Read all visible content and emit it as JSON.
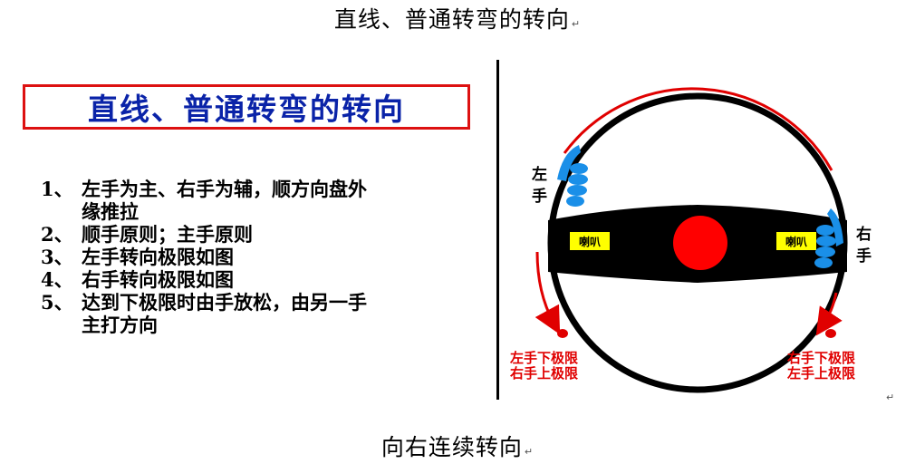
{
  "top_title": "直线、普通转弯的转向",
  "paragraph_mark": "↵",
  "slide": {
    "title": "直线、普通转弯的转向",
    "steps": [
      {
        "num": "1、",
        "lines": [
          "左手为主、右手为辅，顺方向盘外",
          "缘推拉"
        ]
      },
      {
        "num": "2、",
        "lines": [
          "顺手原则；主手原则"
        ]
      },
      {
        "num": "3、",
        "lines": [
          "左手转向极限如图"
        ]
      },
      {
        "num": "4、",
        "lines": [
          "右手转向极限如图"
        ]
      },
      {
        "num": "5、",
        "lines": [
          "达到下极限时由手放松，由另一手",
          "主打方向"
        ]
      }
    ]
  },
  "wheel": {
    "left_hand": "左\n手",
    "right_hand": "右\n手",
    "horn_left": "喇叭",
    "horn_right": "喇叭",
    "limit_left": [
      "左手下极限",
      "右手上极限"
    ],
    "limit_right": [
      "右手下极限",
      "左手上极限"
    ],
    "colors": {
      "rim": "#000000",
      "arrow": "#e00000",
      "hand": "#1a8fe8",
      "hub": "#ff0000",
      "horn_bg": "#ffff00"
    }
  },
  "bottom_caption": "向右连续转向"
}
